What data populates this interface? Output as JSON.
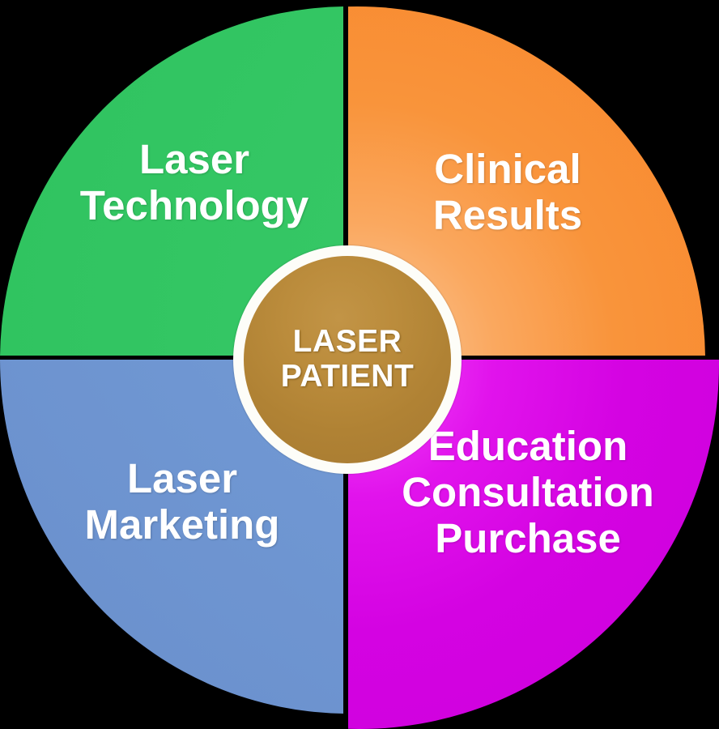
{
  "diagram": {
    "title": "Laser Patient Four-Quadrant Circle Diagram",
    "background_color": "#000000",
    "center": {
      "label": "LASER\nPATIENT",
      "text_color": "#FFFFFF",
      "fill_color": "#B0823A",
      "ring_color": "#FDFDF8"
    },
    "quadrants": [
      {
        "id": "top-left",
        "label": "Laser\nTechnology",
        "color": "#3CC96A",
        "color_light": "#8FE6AC",
        "text_color": "#FFFFFF"
      },
      {
        "id": "top-right",
        "label": "Clinical\nResults",
        "color": "#F9902F",
        "color_light": "#FCCFA3",
        "text_color": "#FFFFFF"
      },
      {
        "id": "bottom-left",
        "label": "Laser\nMarketing",
        "color": "#6E90D0",
        "color_light": "#BFD0EC",
        "text_color": "#FFFFFF"
      },
      {
        "id": "bottom-right",
        "label": "Education\nConsultation\nPurchase",
        "color": "#CC00DB",
        "color_light": "#F45CFB",
        "text_color": "#FFFFFF"
      }
    ]
  },
  "chart_data": {
    "type": "pie",
    "title": "Laser Patient",
    "categories": [
      "Laser Technology",
      "Clinical Results",
      "Education Consultation Purchase",
      "Laser Marketing"
    ],
    "values": [
      25,
      25,
      25,
      25
    ],
    "colors": [
      "#3CC96A",
      "#F9902F",
      "#CC00DB",
      "#6E90D0"
    ],
    "center_label": "LASER PATIENT",
    "legend": "none",
    "grid": false
  }
}
